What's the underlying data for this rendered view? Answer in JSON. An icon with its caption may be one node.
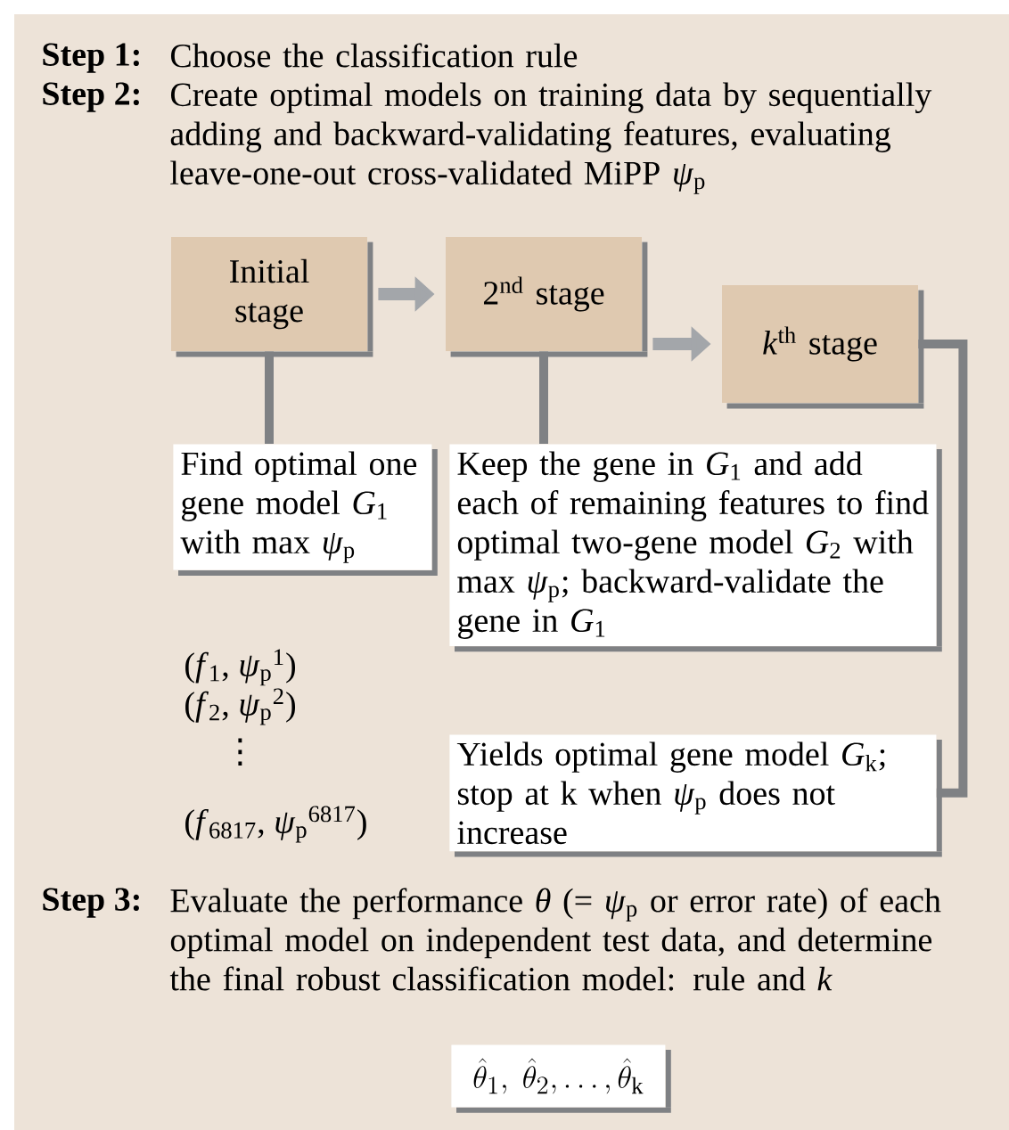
{
  "diagram": {
    "nodes": [
      {
        "text": [
          "Initial stage"
        ]
      },
      {
        "text": [
          "2$^{nd}$ stage"
        ]
      },
      {
        "text": [
          "*k*$^{th}$ stage"
        ]
      },
      {
        "text": [
          "Find optimal one gene model *G*$_{1}$ with max *ψ*$_{p}$"
        ]
      },
      {
        "text": [
          "Keep the gene in *G*$_{1}$ and add each of remaining features to find optimal two-gene model *G*$_{2}$ with max *ψ*$_{p}$; backward-validate the gene in *G*$_{1}$"
        ]
      },
      {
        "text": [
          "Yields optimal gene model *G*$_{k}$; stop at k when *ψ*$_{p}$ does not increase"
        ]
      },
      {
        "text": [
          "\\hat{\\theta}_{1},\\ \\hat{\\theta}_{2},\\ldots,\\hat{\\theta}_{\\mathrm{k}}"
        ]
      }
    ],
    "edges": [
      {
        "from": 0,
        "to": 1,
        "arrow": "to"
      },
      {
        "from": 1,
        "to": 2,
        "arrow": "to"
      },
      {
        "from": 0,
        "to": 3,
        "arrow": "none"
      },
      {
        "from": 1,
        "to": 4,
        "arrow": "none"
      },
      {
        "from": 2,
        "to": 5,
        "arrow": "none"
      }
    ],
    "labels": [
      "Step 1:",
      "Choose the classification rule",
      "Step 2:",
      "Create optimal models on training data by sequentially adding and backward-validating features, evaluating leave-one-out cross-validated MiPP *ψ*$_{p}$",
      "(*f*$_{1}$, *ψ*$_{p}$$^{1}$)",
      "(*f*$_{2}$, *ψ*$_{p}$$^{2}$)",
      "⋮",
      "(*f*$_{6817}$, *ψ*$_{p}$$^{6817}$)",
      "Step 3:",
      "Evaluate the performance *θ* (= *ψ*$_{p}$ or error rate) of each optimal model on independent test data, and determine the final robust classification model: rule and *k*"
    ]
  }
}
